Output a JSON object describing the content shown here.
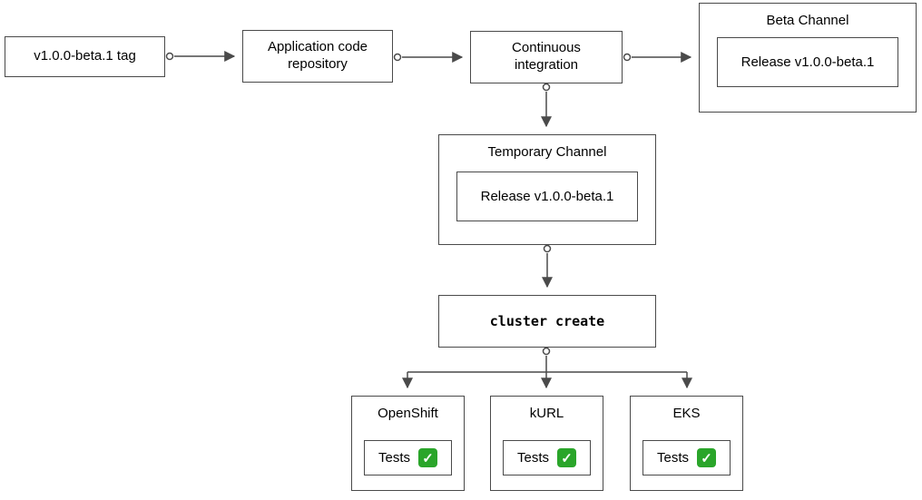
{
  "diagram": {
    "nodes": {
      "tag": {
        "label": "v1.0.0-beta.1 tag"
      },
      "repo": {
        "label": "Application code repository"
      },
      "ci": {
        "label": "Continuous integration"
      },
      "beta_channel": {
        "title": "Beta Channel",
        "release": "Release v1.0.0-beta.1"
      },
      "temporary_channel": {
        "title": "Temporary Channel",
        "release": "Release v1.0.0-beta.1"
      },
      "cluster_create": {
        "label": "cluster create"
      },
      "clusters": [
        {
          "title": "OpenShift",
          "tests_label": "Tests"
        },
        {
          "title": "kURL",
          "tests_label": "Tests"
        },
        {
          "title": "EKS",
          "tests_label": "Tests"
        }
      ]
    },
    "icons": {
      "check_glyph": "✓"
    },
    "colors": {
      "border": "#4a4a4a",
      "arrow": "#4a4a4a",
      "check_green": "#2AA52A",
      "check_mark": "#ffffff",
      "background": "#ffffff",
      "text": "#000000"
    }
  }
}
